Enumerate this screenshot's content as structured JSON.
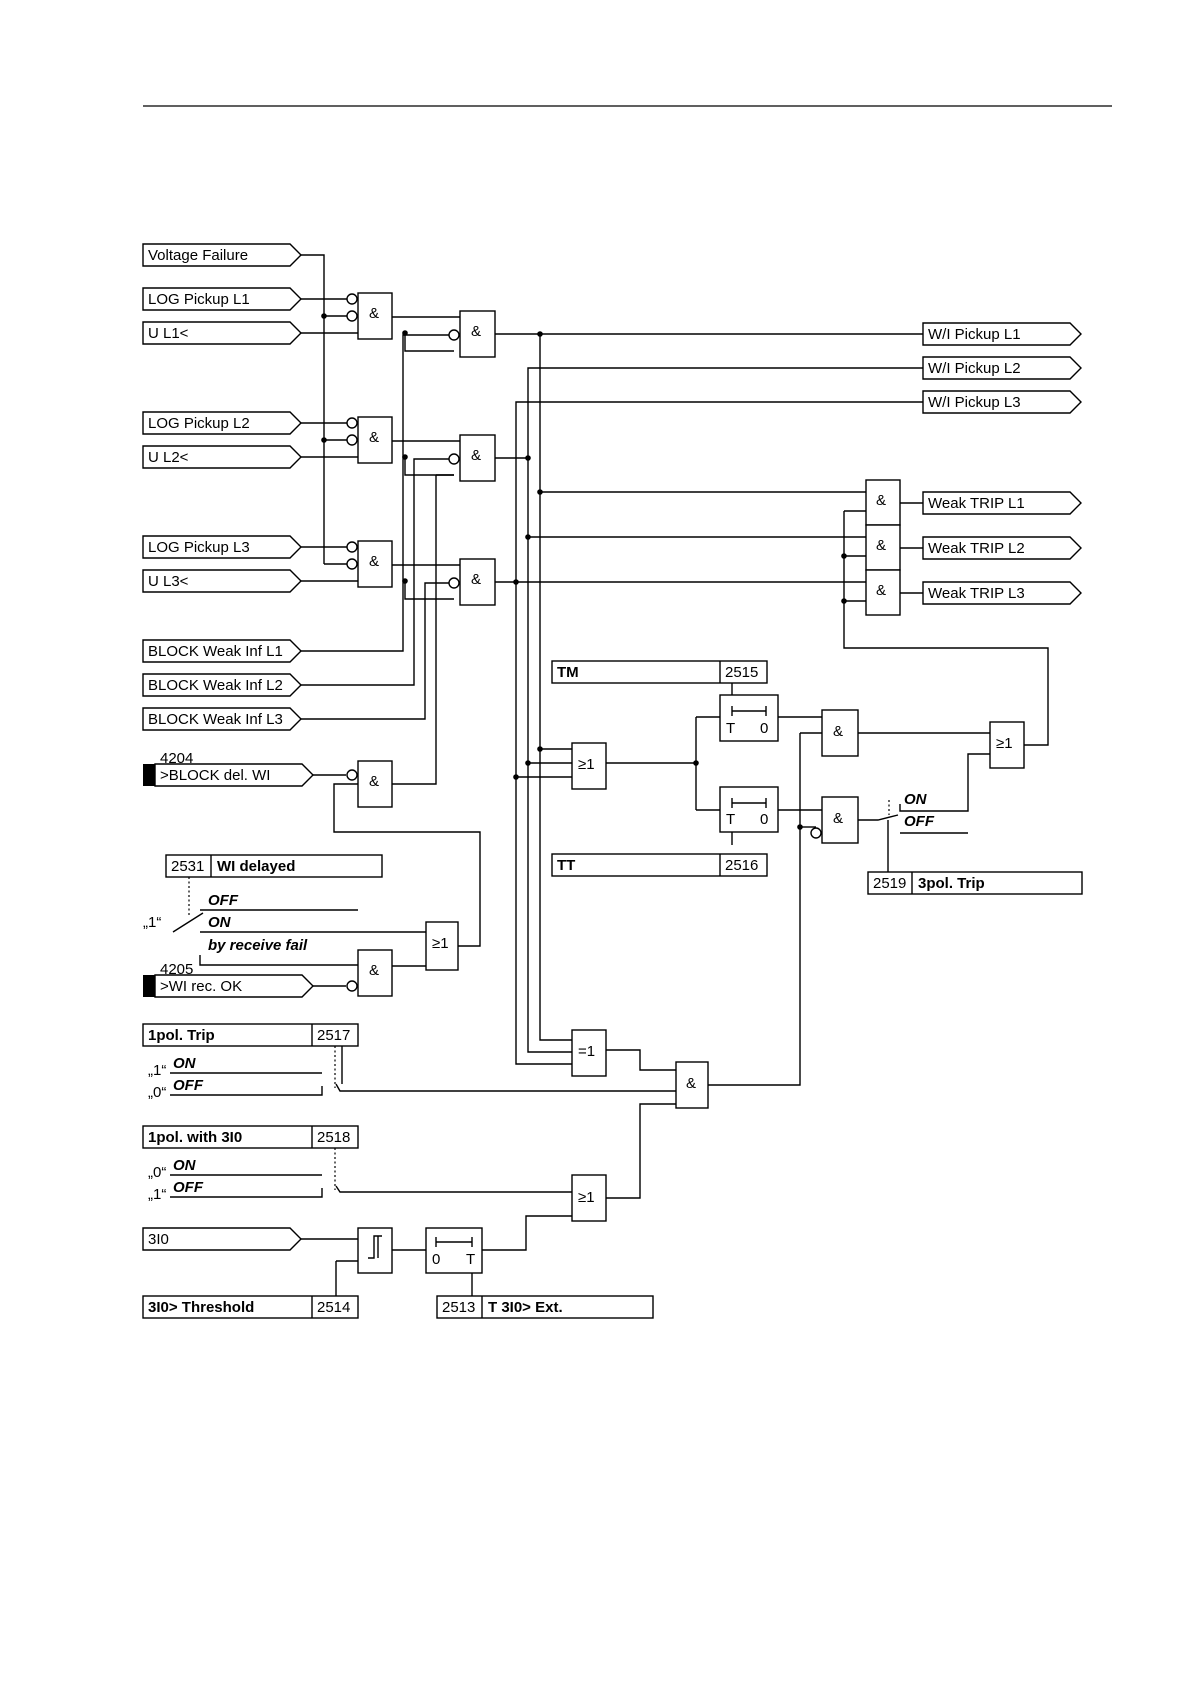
{
  "signals": {
    "voltage_failure": "Voltage Failure",
    "log_pickup_l1": "LOG Pickup L1",
    "u_l1": "U L1<",
    "log_pickup_l2": "LOG Pickup L2",
    "u_l2": "U L2<",
    "log_pickup_l3": "LOG Pickup L3",
    "u_l3": "U L3<",
    "block_l1": "BLOCK Weak Inf L1",
    "block_l2": "BLOCK Weak Inf L2",
    "block_l3": "BLOCK Weak Inf L3",
    "block_del_num": "4204",
    "block_del": ">BLOCK del. WI",
    "wi_rec_num": "4205",
    "wi_rec": ">WI rec. OK",
    "i30": "3I0"
  },
  "outputs": {
    "wi_pickup_l1": "W/I Pickup L1",
    "wi_pickup_l2": "W/I Pickup L2",
    "wi_pickup_l3": "W/I Pickup L3",
    "weak_trip_l1": "Weak TRIP L1",
    "weak_trip_l2": "Weak TRIP L2",
    "weak_trip_l3": "Weak TRIP L3"
  },
  "params": {
    "tm": {
      "name": "TM",
      "num": "2515"
    },
    "tt": {
      "name": "TT",
      "num": "2516"
    },
    "wi_delayed": {
      "name": "WI delayed",
      "num": "2531"
    },
    "pol3_trip": {
      "name": "3pol. Trip",
      "num": "2519"
    },
    "pol1_trip": {
      "name": "1pol. Trip",
      "num": "2517"
    },
    "pol1_3i0": {
      "name": "1pol. with 3I0",
      "num": "2518"
    },
    "thresh": {
      "name": "3I0> Threshold",
      "num": "2514"
    },
    "t3i0": {
      "name": "T 3I0> Ext.",
      "num": "2513"
    }
  },
  "switches": {
    "on": "ON",
    "off": "OFF",
    "by_receive_fail": "by receive fail",
    "one": "„1“",
    "zero": "„0“"
  },
  "gates": {
    "and": "&",
    "or": "≥1",
    "xor": "=1",
    "timer_t": "T",
    "timer_0": "0"
  }
}
